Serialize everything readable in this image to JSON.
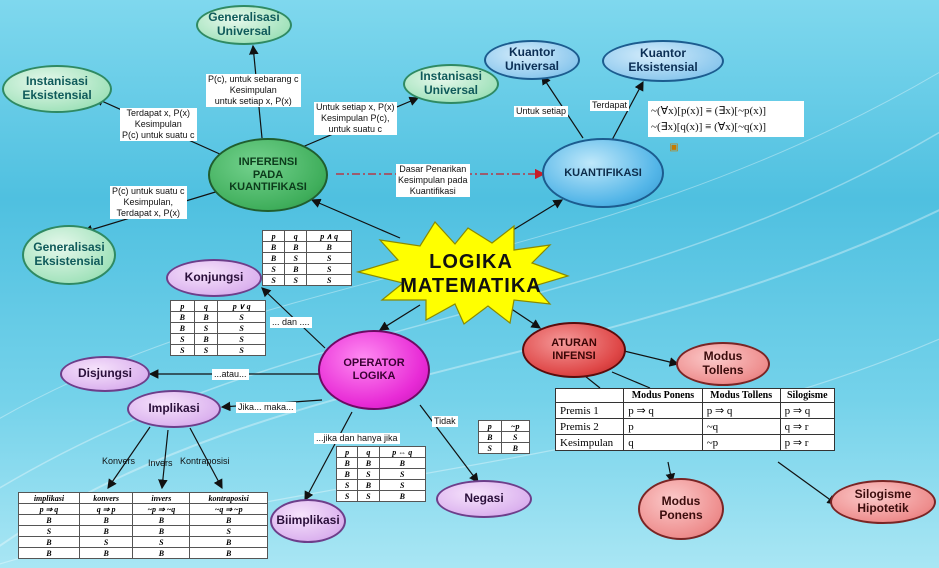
{
  "center": {
    "line1": "LOGIKA",
    "line2": "MATEMATIKA"
  },
  "nodes": {
    "generalisasi_universal": "Generalisasi Universal",
    "instanisasi_eksistensial": "Instanisasi Eksistensial",
    "instanisasi_universal": "Instanisasi Universal",
    "inferensi_pada_kuantifikasi": "INFERENSI PADA KUANTIFIKASI",
    "generalisasi_eksistensial": "Generalisasi Eksistensial",
    "kuantor_universal": "Kuantor Universal",
    "kuantor_eksistensial": "Kuantor Eksistensial",
    "kuantifikasi": "KUANTIFIKASI",
    "konjungsi": "Konjungsi",
    "disjungsi": "Disjungsi",
    "implikasi": "Implikasi",
    "operator_logika": "OPERATOR LOGIKA",
    "biimplikasi": "Biimplikasi",
    "negasi": "Negasi",
    "aturan_infensi": "ATURAN INFENSI",
    "modus_tollens": "Modus Tollens",
    "modus_ponens": "Modus Ponens",
    "silogisme_hipotetik": "Silogisme Hipotetik"
  },
  "edge_labels": {
    "gen_universal": [
      "P(c), untuk sebarang c",
      "Kesimpulan",
      "untuk setiap x, P(x)"
    ],
    "inst_universal": [
      "Untuk setiap x, P(x)",
      "Kesimpulan P(c),",
      "untuk suatu c"
    ],
    "inst_eksistensial": [
      "Terdapat x, P(x)",
      "Kesimpulan",
      "P(c) untuk suatu c"
    ],
    "gen_eksistensial": [
      "P(c) untuk suatu c",
      "Kesimpulan,",
      "Terdapat x, P(x)"
    ],
    "dasar": [
      "Dasar Penarikan",
      "Kesimpulan pada",
      "Kuantifikasi"
    ],
    "untuk_setiap": "Untuk setiap",
    "terdapat": "Terdapat",
    "dan": "... dan ....",
    "atau": "...atau...",
    "jika_maka": "Jika... maka...",
    "jika_hanya_jika": "...jika dan hanya jika",
    "tidak": "Tidak",
    "konvers": "Konvers",
    "invers": "Invers",
    "kontraposisi": "Kontraposisi"
  },
  "formulas": [
    "~(∀x)[p(x)] ≡ (∃x)[~p(x)]",
    "~(∃x)[q(x)] ≡ (∀x)[~q(x)]"
  ],
  "tables": {
    "conjunction_top": {
      "headers": [
        "p",
        "q",
        "p ∧ q"
      ],
      "rows": [
        [
          "B",
          "B",
          "B"
        ],
        [
          "B",
          "S",
          "S"
        ],
        [
          "S",
          "B",
          "S"
        ],
        [
          "S",
          "S",
          "S"
        ]
      ]
    },
    "konjungsi_left": {
      "headers": [
        "p",
        "q",
        "p ∨ q"
      ],
      "rows": [
        [
          "B",
          "B",
          "S"
        ],
        [
          "B",
          "S",
          "S"
        ],
        [
          "S",
          "B",
          "S"
        ],
        [
          "S",
          "S",
          "S"
        ]
      ]
    },
    "biimplikasi": {
      "headers": [
        "p",
        "q",
        "p ⇔ q"
      ],
      "rows": [
        [
          "B",
          "B",
          "B"
        ],
        [
          "B",
          "S",
          "S"
        ],
        [
          "S",
          "B",
          "S"
        ],
        [
          "S",
          "S",
          "B"
        ]
      ]
    },
    "negasi": {
      "headers": [
        "p",
        "~p"
      ],
      "rows": [
        [
          "B",
          "S"
        ],
        [
          "S",
          "B"
        ]
      ]
    },
    "implikasi": {
      "headers": [
        "implikasi",
        "konvers",
        "invers",
        "kontraposisi"
      ],
      "subheaders": [
        "p ⇒ q",
        "q ⇒ p",
        "~p ⇒ ~q",
        "~q ⇒ ~p"
      ],
      "rows": [
        [
          "B",
          "B",
          "B",
          "B"
        ],
        [
          "S",
          "B",
          "B",
          "S"
        ],
        [
          "B",
          "S",
          "S",
          "B"
        ],
        [
          "B",
          "B",
          "B",
          "B"
        ]
      ]
    },
    "aturan_inferensi": {
      "headers": [
        "",
        "Modus Ponens",
        "Modus Tollens",
        "Silogisme"
      ],
      "rows": [
        [
          "Premis 1",
          "p ⇒ q",
          "p ⇒ q",
          "p ⇒ q"
        ],
        [
          "Premis 2",
          "p",
          "~q",
          "q ⇒ r"
        ],
        [
          "Kesimpulan",
          "q",
          "~p",
          "p ⇒ r"
        ]
      ]
    }
  },
  "colors": {
    "background": "#5cc7e4",
    "green": "#a4e3bd",
    "inferensi": "#3fae5b",
    "blue": "#8ec9ee",
    "kuantifikasi": "#54b6e8",
    "purple": "#dcb3ef",
    "operator": "#e82bd6",
    "aturan": "#df4848",
    "pink": "#ee8d8d",
    "sun": "#ffff00",
    "dashed": "#d0202a"
  }
}
